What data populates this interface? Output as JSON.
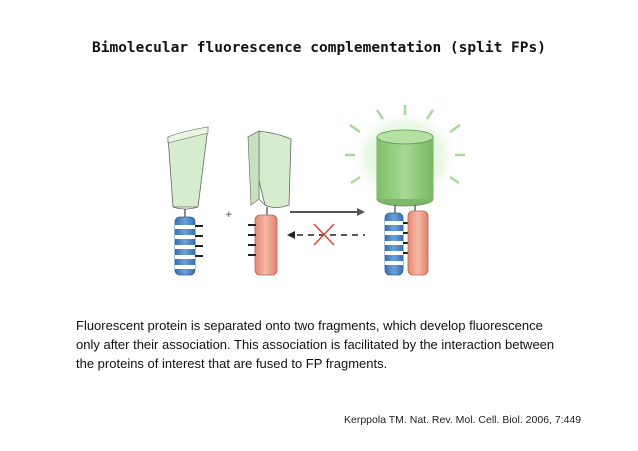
{
  "slide": {
    "title": "Bimolecular fluorescence complementation (split FPs)",
    "description": "Fluorescent protein is separated onto two fragments, which develop fluorescence only after their association. This association is facilitated by the interaction between the proteins of interest that are fused to FP fragments.",
    "citation": "Kerppola TM. Nat. Rev. Mol. Cell. Biol. 2006, 7:449"
  },
  "figure": {
    "plus_sign": "+",
    "colors": {
      "fp_fragment": "#cfe8c6",
      "fp_complete": "#8dcb78",
      "glow": "#c7e9bd",
      "protein_blue": "#4f86c6",
      "protein_stripe": "#ffffff",
      "protein_salmon": "#f0a08a",
      "arrow": "#555555",
      "block_mark": "#e0403a"
    },
    "icons": [
      "split-fp-fragment-icon",
      "blocked-reverse-arrow-icon",
      "fluorescence-rays-icon"
    ]
  }
}
